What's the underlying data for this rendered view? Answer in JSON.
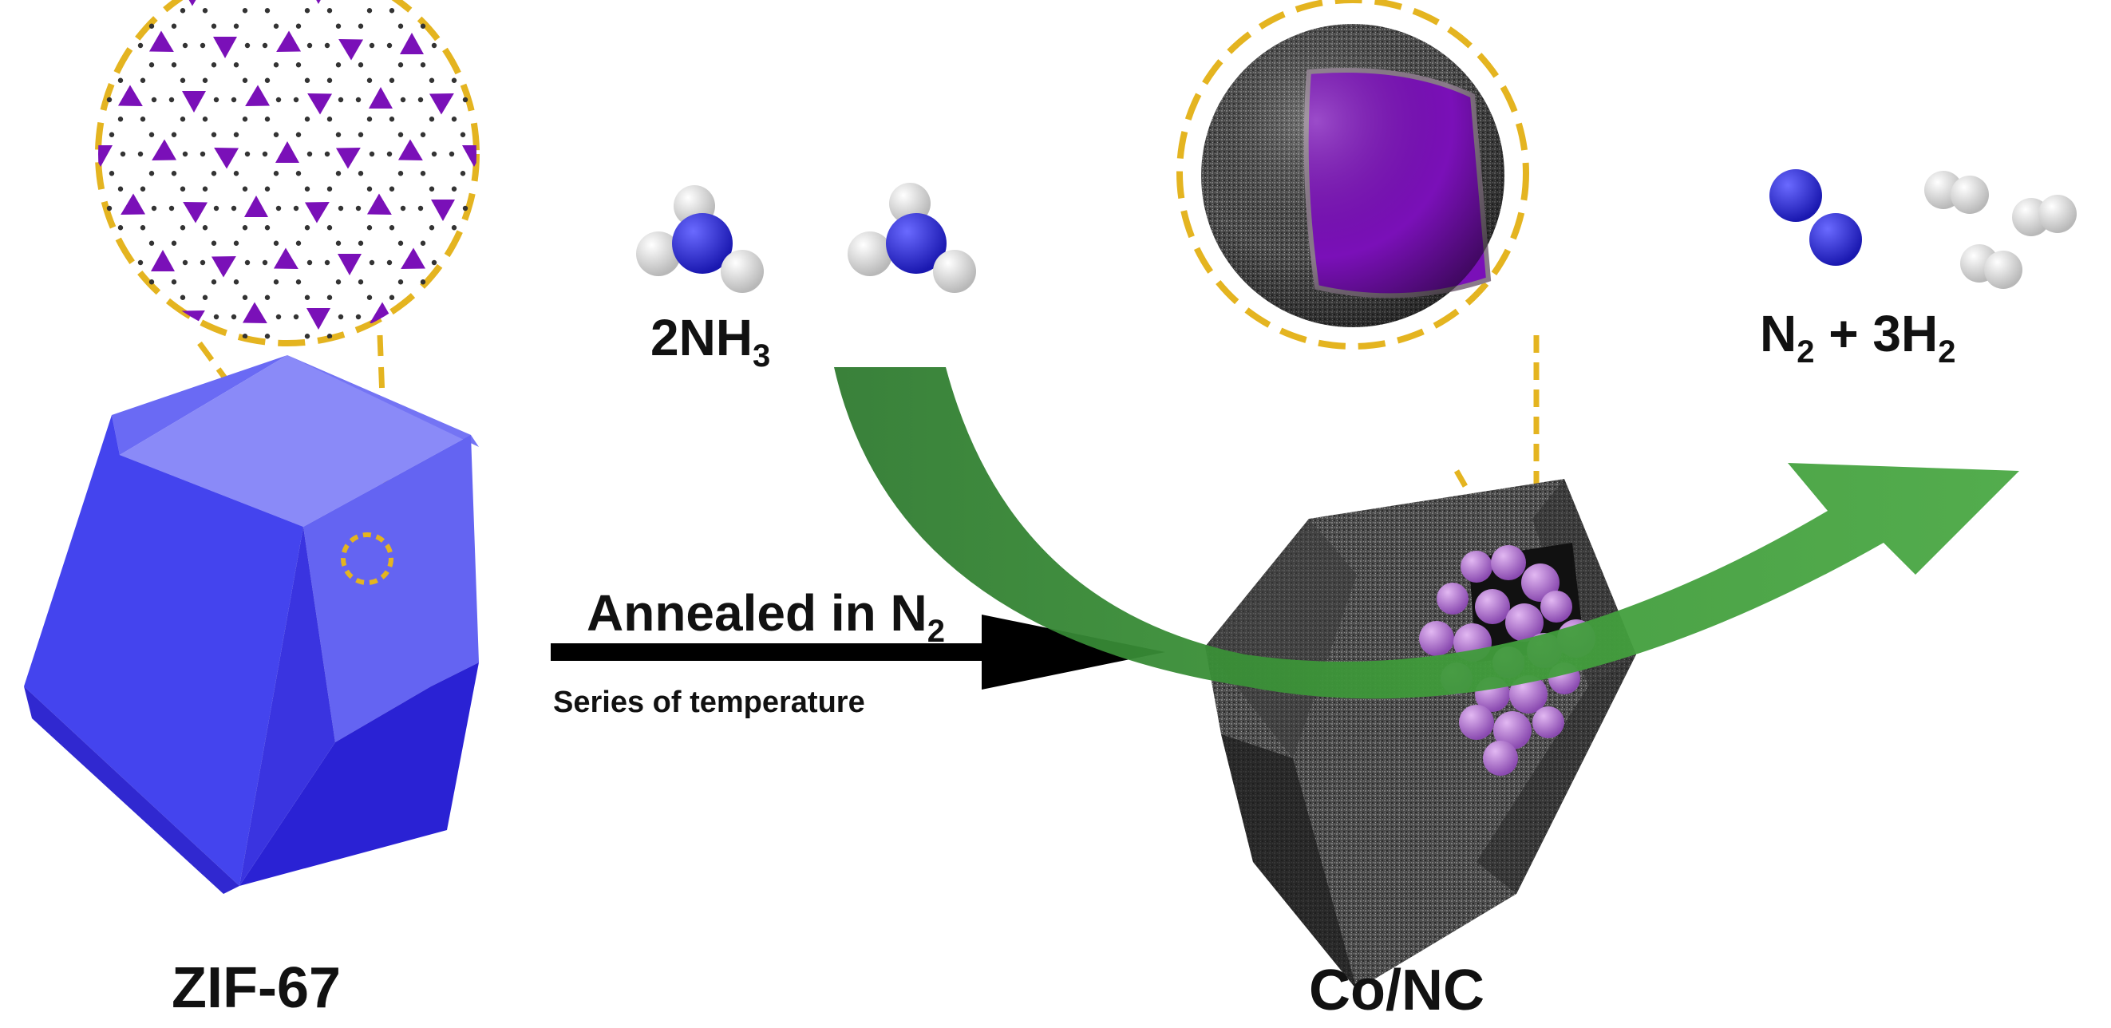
{
  "labels": {
    "zif67": "ZIF-67",
    "conc": "Co/NC",
    "ammonia_prefix": "2NH",
    "ammonia_sub": "3",
    "annealed_prefix": "Annealed in N",
    "annealed_sub": "2",
    "series": "Series of temperature",
    "products_n": "N",
    "products_n_sub": "2",
    "products_plus": " + 3H",
    "products_h_sub": "2"
  },
  "colors": {
    "zif_front": "#4040ee",
    "zif_light": "#7878f6",
    "zif_dark": "#2a20d2",
    "carbon": "#4a4a4a",
    "core_purple": "#7a10b8",
    "co_particle": "#b07ad0",
    "gold_dash": "#e4b420",
    "green_arrow": "#3f9438",
    "nitrogen_atom": "#2222cc",
    "hydrogen_atom": "#e6e6e6",
    "text": "#111111"
  },
  "icons": {
    "zif_crystal": "rhombic-dodecahedron",
    "conc_crystal": "porous-carbon-dodecahedron",
    "zif_zoom": "framework-structure-zoom",
    "conc_zoom": "core-shell-sphere-zoom",
    "reaction_arrow": "curved-green-arrow",
    "process_arrow": "black-arrow"
  }
}
